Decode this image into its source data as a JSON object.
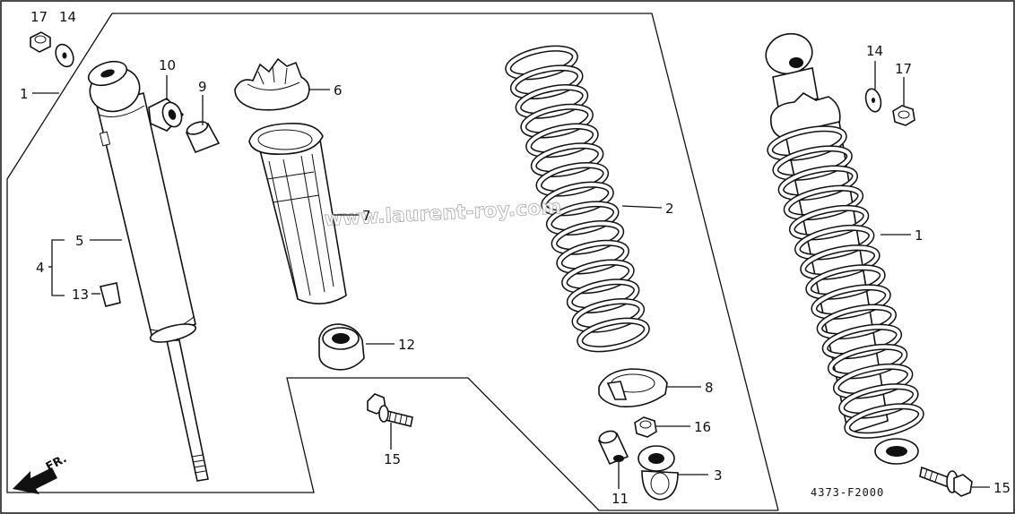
{
  "labels": {
    "l1_left": "1",
    "l1_right": "1",
    "l2": "2",
    "l3": "3",
    "l4": "4",
    "l5": "5",
    "l6": "6",
    "l7": "7",
    "l8": "8",
    "l9": "9",
    "l10": "10",
    "l11": "11",
    "l12": "12",
    "l13": "13",
    "l14_left": "14",
    "l14_right": "14",
    "l15_mid": "15",
    "l15_right": "15",
    "l16": "16",
    "l17_left": "17",
    "l17_right": "17"
  },
  "watermark": "www.laurent-roy.com",
  "direction_label": "FR.",
  "diagram_code": "4373-F2000",
  "colors": {
    "ink": "#111111",
    "background": "#ffffff",
    "watermark_outline": "#9a9a9a"
  }
}
